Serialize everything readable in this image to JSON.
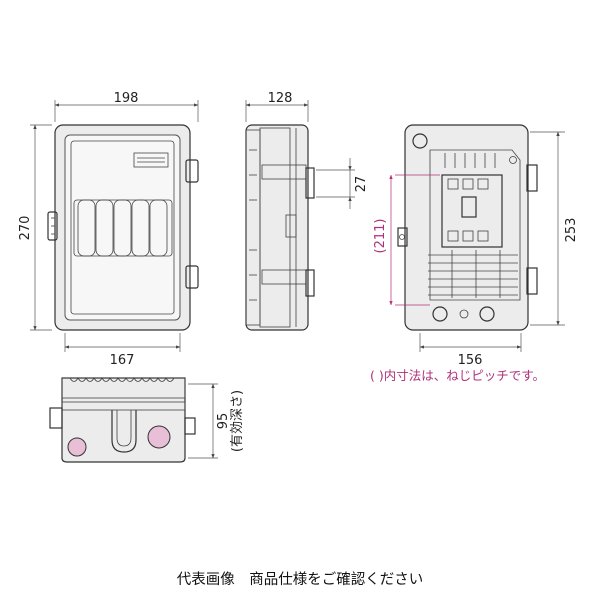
{
  "dimensions": {
    "front_width": "198",
    "front_height": "270",
    "front_inner_width": "167",
    "side_depth": "128",
    "side_offset": "27",
    "back_height": "253",
    "back_pitch_height": "(211)",
    "back_pitch_width": "156",
    "effective_depth": "95",
    "effective_depth_label": "(有効深さ)"
  },
  "note": "( )内寸法は、ねじピッチです。",
  "caption": "代表画像　商品仕様をご確認ください",
  "colors": {
    "accent": "#b0307a",
    "knockout": "#e8bfd6"
  }
}
